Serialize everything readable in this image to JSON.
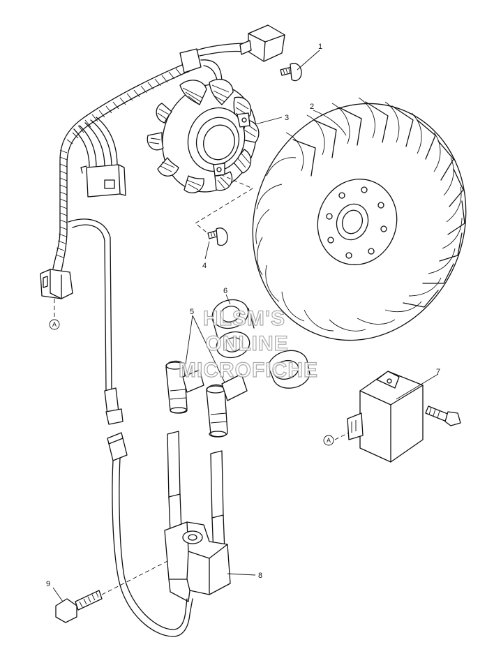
{
  "callouts": {
    "c1": "1",
    "c2": "2",
    "c3": "3",
    "c4": "4",
    "c5": "5",
    "c6": "6",
    "c7": "7",
    "c8": "8",
    "c9": "9"
  },
  "connector_marks": {
    "harness": "A",
    "module": "A"
  },
  "watermark": {
    "line1": "HLSM'S",
    "line2": "ONLINE",
    "line3": "MICROFICHE"
  }
}
